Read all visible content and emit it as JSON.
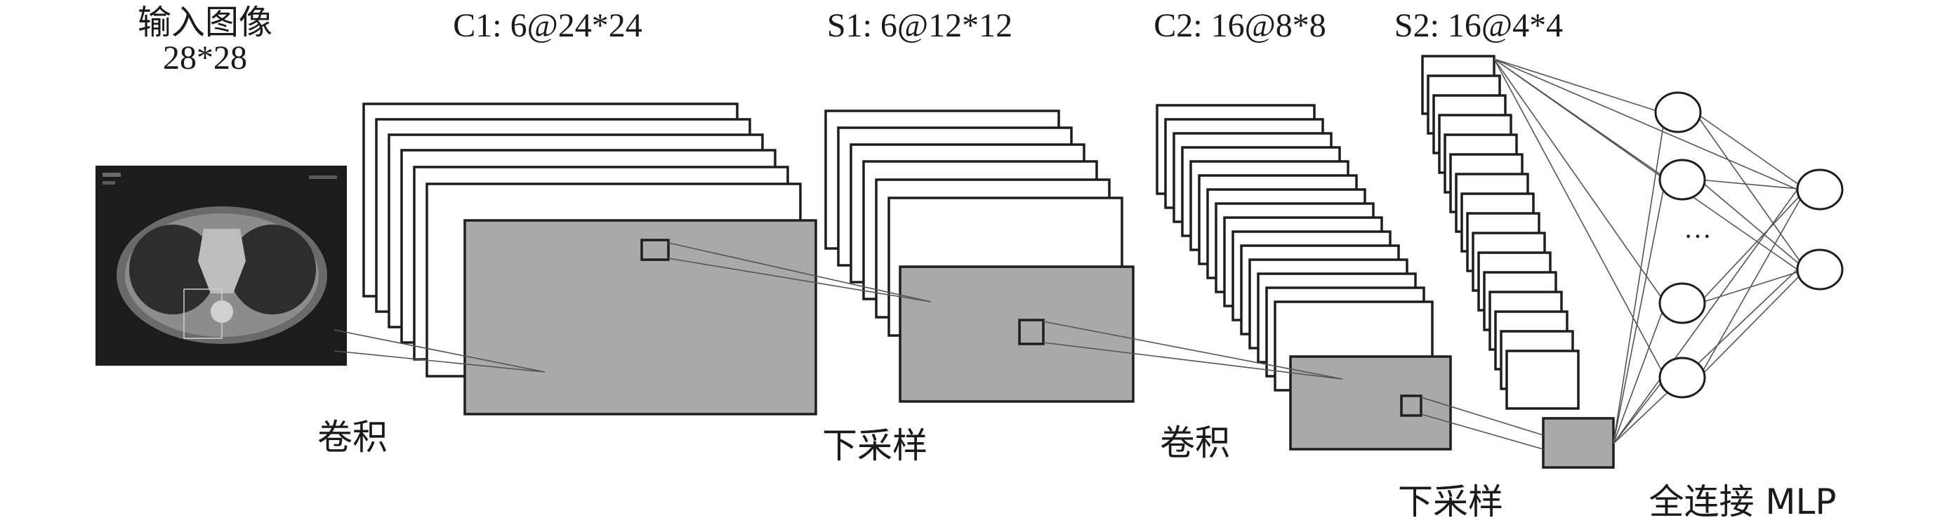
{
  "labels": {
    "input_title": "输入图像",
    "input_size": "28*28",
    "c1": "C1: 6@24*24",
    "s1": "S1: 6@12*12",
    "c2": "C2: 16@8*8",
    "s2": "S2: 16@4*4",
    "conv1": "卷积",
    "pool1": "下采样",
    "conv2": "卷积",
    "pool2": "下采样",
    "mlp": "全连接 MLP",
    "ellipsis": "···"
  },
  "layers": [
    {
      "name": "C1",
      "maps": 6,
      "size": "24*24"
    },
    {
      "name": "S1",
      "maps": 6,
      "size": "12*12"
    },
    {
      "name": "C2",
      "maps": 16,
      "size": "8*8"
    },
    {
      "name": "S2",
      "maps": 16,
      "size": "4*4"
    }
  ],
  "colors": {
    "stroke": "#1e1e1e",
    "map_fill": "#a9a9a9",
    "image_bg": "#1c1c1c"
  }
}
